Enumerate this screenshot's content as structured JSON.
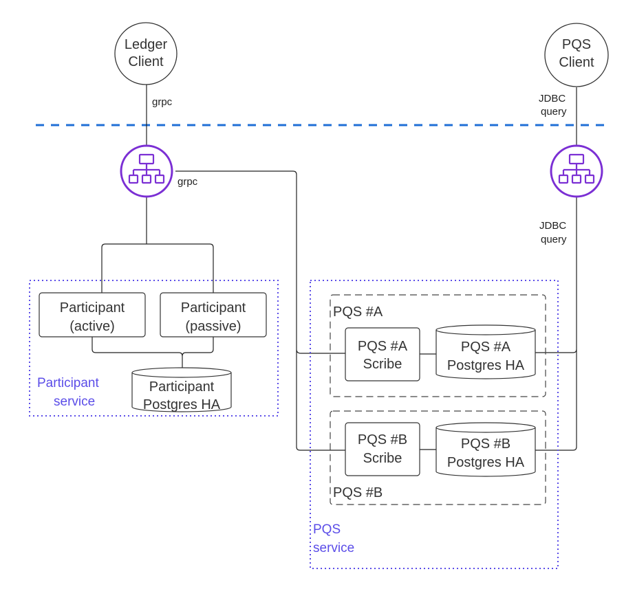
{
  "clients": {
    "ledger": {
      "line1": "Ledger",
      "line2": "Client"
    },
    "pqs": {
      "line1": "PQS",
      "line2": "Client"
    }
  },
  "edges": {
    "ledger_grpc": "grpc",
    "lb_grpc": "grpc",
    "pqs_jdbc_top_1": "JDBC",
    "pqs_jdbc_top_2": "query",
    "pqs_jdbc_bottom_1": "JDBC",
    "pqs_jdbc_bottom_2": "query"
  },
  "participants": {
    "active": {
      "line1": "Participant",
      "line2": "(active)"
    },
    "passive": {
      "line1": "Participant",
      "line2": "(passive)"
    },
    "db": {
      "line1": "Participant",
      "line2": "Postgres HA"
    }
  },
  "participant_service": {
    "line1": "Participant",
    "line2": "service"
  },
  "pqs_a": {
    "group": "PQS #A",
    "scribe": {
      "line1": "PQS #A",
      "line2": "Scribe"
    },
    "db": {
      "line1": "PQS #A",
      "line2": "Postgres HA"
    }
  },
  "pqs_b": {
    "group": "PQS #B",
    "scribe": {
      "line1": "PQS #B",
      "line2": "Scribe"
    },
    "db": {
      "line1": "PQS #B",
      "line2": "Postgres HA"
    }
  },
  "pqs_service": {
    "line1": "PQS",
    "line2": "service"
  },
  "colors": {
    "accent_purple": "#7b2fd4",
    "service_blue": "#5b4de8",
    "boundary_blue": "#1f6fd6",
    "line": "#222222"
  },
  "icons": {
    "load_balancer": "network-hierarchy-icon"
  }
}
